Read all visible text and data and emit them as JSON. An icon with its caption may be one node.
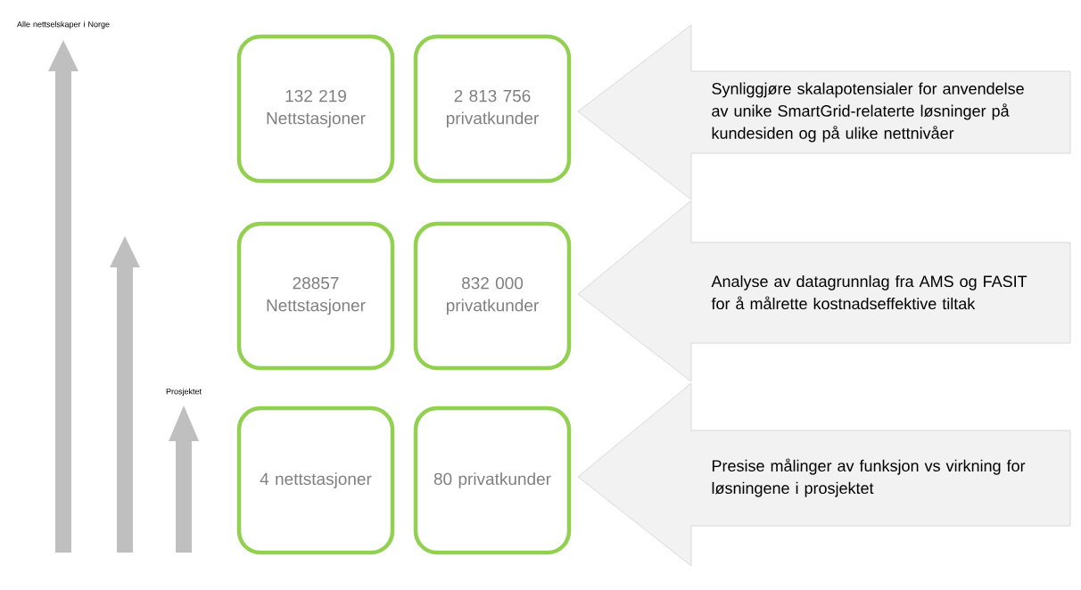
{
  "diagram": {
    "nodes": [
      {
        "text": [
          "132 219 Nettstasjoner"
        ]
      },
      {
        "text": [
          "2 813 756 privatkunder"
        ]
      },
      {
        "text": [
          "Synliggjøre skalapotensialer for anvendelse av unike SmartGrid-relaterte løsninger på kundesiden og på ulike nettnivåer"
        ]
      },
      {
        "text": [
          "28857 Nettstasjoner"
        ]
      },
      {
        "text": [
          "832 000 privatkunder"
        ]
      },
      {
        "text": [
          "Analyse av datagrunnlag fra AMS og FASIT for å målrette kostnadseffektive tiltak"
        ]
      },
      {
        "text": [
          "4 nettstasjoner"
        ]
      },
      {
        "text": [
          "80 privatkunder"
        ]
      },
      {
        "text": [
          "Presise målinger av funksjon vs virkning for løsningene i prosjektet"
        ]
      }
    ],
    "labels": [
      "Alle nettselskaper i Norge",
      "Prosjektet"
    ]
  }
}
